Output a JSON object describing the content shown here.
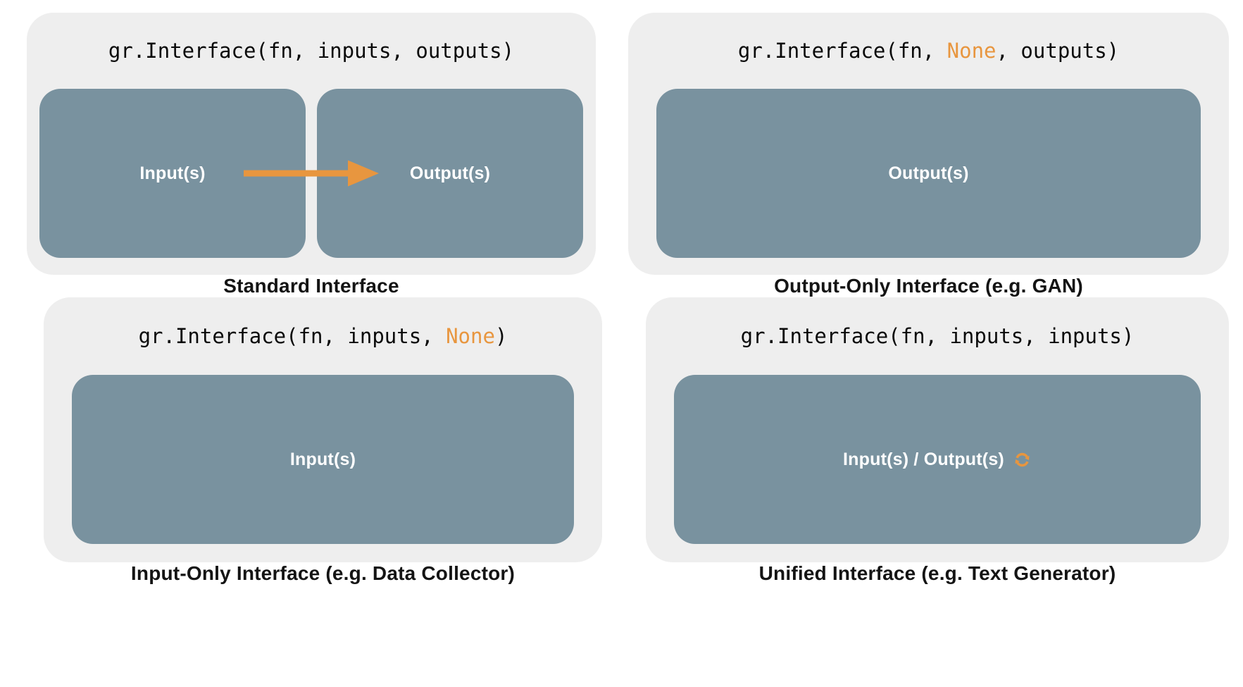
{
  "theme": {
    "panel_bg": "#eeeeee",
    "box_bg": "#79929f",
    "accent_orange": "#e8963f",
    "code_color": "#0a0a0a",
    "caption_color": "#141414",
    "box_label_color": "#ffffff"
  },
  "panels": {
    "standard": {
      "code_pre": "gr.Interface(fn, inputs, outputs)",
      "code_highlight": "",
      "code_post": "",
      "input_box_label": "Input(s)",
      "output_box_label": "Output(s)",
      "arrow_icon": "arrow-right-icon",
      "caption": "Standard Interface"
    },
    "output_only": {
      "code_pre": "gr.Interface(fn, ",
      "code_highlight": "None",
      "code_post": ", outputs)",
      "box_label": "Output(s)",
      "caption": "Output-Only Interface (e.g. GAN)"
    },
    "input_only": {
      "code_pre": "gr.Interface(fn, inputs, ",
      "code_highlight": "None",
      "code_post": ")",
      "box_label": "Input(s)",
      "caption": "Input-Only Interface (e.g. Data Collector)"
    },
    "unified": {
      "code_pre": "gr.Interface(fn, inputs, inputs)",
      "code_highlight": "",
      "code_post": "",
      "box_label": "Input(s) / Output(s)",
      "sync_icon": "sync-icon",
      "caption": "Unified Interface (e.g. Text Generator)"
    }
  }
}
